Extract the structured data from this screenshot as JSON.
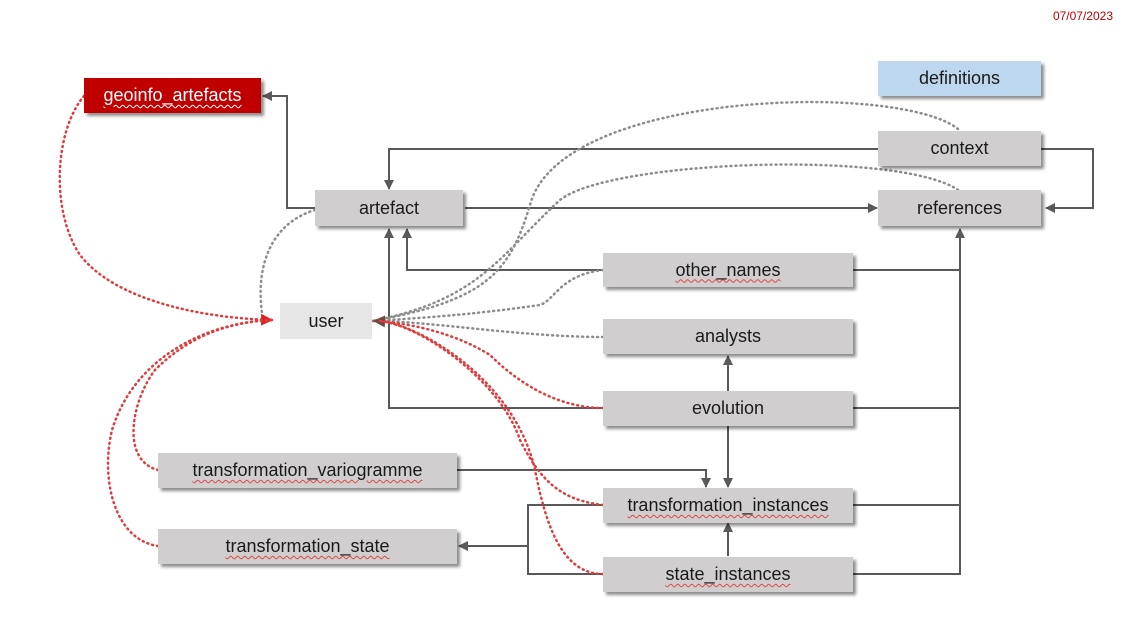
{
  "date": "07/07/2023",
  "nodes": {
    "geoinfo_artefacts": "geoinfo_artefacts",
    "definitions": "definitions",
    "context": "context",
    "artefact": "artefact",
    "references": "references",
    "other_names": "other_names",
    "user": "user",
    "analysts": "analysts",
    "evolution": "evolution",
    "transformation_variogramme": "transformation_variogramme",
    "transformation_instances": "transformation_instances",
    "transformation_state": "transformation_state",
    "state_instances": "state_instances"
  },
  "colors": {
    "node_fill": "#d0cece",
    "highlight_fill": "#c00000",
    "definitions_fill": "#bdd7ee",
    "user_fill": "#e7e6e6",
    "solid_connector": "#595959",
    "grey_dotted_connector": "#8c8c8c",
    "red_dotted_connector": "#e03c3c"
  }
}
